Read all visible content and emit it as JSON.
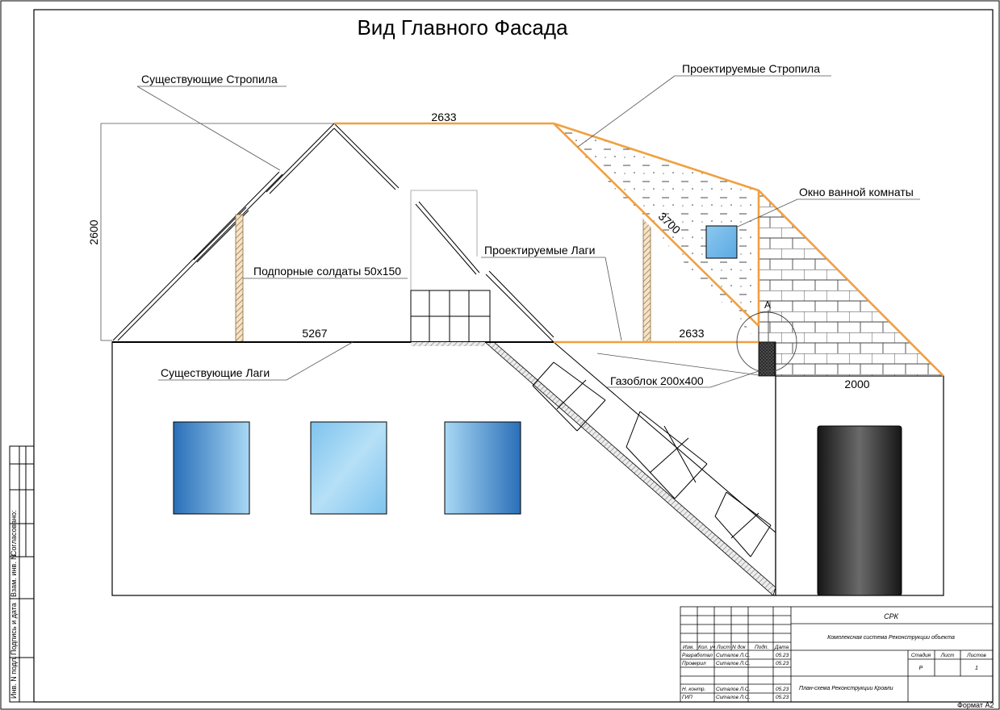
{
  "title": "Вид Главного Фасада",
  "labels": {
    "existing_rafters": "Существующие Стропила",
    "designed_rafters": "Проектируемые Стропила",
    "bathroom_window": "Окно ванной комнаты",
    "designed_joists": "Проектируемые Лаги",
    "support_posts": "Подпорные солдаты 50х150",
    "existing_joists": "Существующие Лаги",
    "gas_block": "Газоблок 200х400",
    "node_a": "А"
  },
  "dimensions": {
    "ridge": "2633",
    "height": "2600",
    "base_left": "5267",
    "base_right": "2633",
    "slope": "3700",
    "annex_width": "2000"
  },
  "side_stamp": {
    "agreed": "Согласовано:",
    "replace_inv": "Взам. инв. N",
    "sign_date": "Подпись и дата",
    "inv_orig": "Инв. N подл."
  },
  "title_block": {
    "code": "СРК",
    "project": "Комплексная система Реконструкции объекта",
    "drawing": "План-схема Реконструкции Кровли",
    "stage_header": "Стадия",
    "sheet_header": "Лист",
    "sheets_header": "Листов",
    "stage": "Р",
    "sheets": "1",
    "col_change": "Изм.",
    "col_count": "Кол. уч",
    "col_sheet": "Лист",
    "col_doc": "N док",
    "col_sign": "Подп.",
    "col_date": "Дата",
    "roles": [
      {
        "role": "Разработал",
        "name": "Ситалов Л.С.",
        "date": "05.23"
      },
      {
        "role": "Проверил",
        "name": "Ситалов Л.С.",
        "date": "05.23"
      },
      {
        "role": "Н. контр.",
        "name": "Ситалов Л.С.",
        "date": "05.23"
      },
      {
        "role": "ГИП",
        "name": "Ситалов Л.С.",
        "date": "05.23"
      }
    ]
  },
  "format": "Формат А2",
  "colors": {
    "orange": "#f0a040",
    "window_dark": "#2a6fb8",
    "window_light": "#a8d8f4",
    "door_dark": "#161616",
    "door_light": "#6a6a6a"
  }
}
